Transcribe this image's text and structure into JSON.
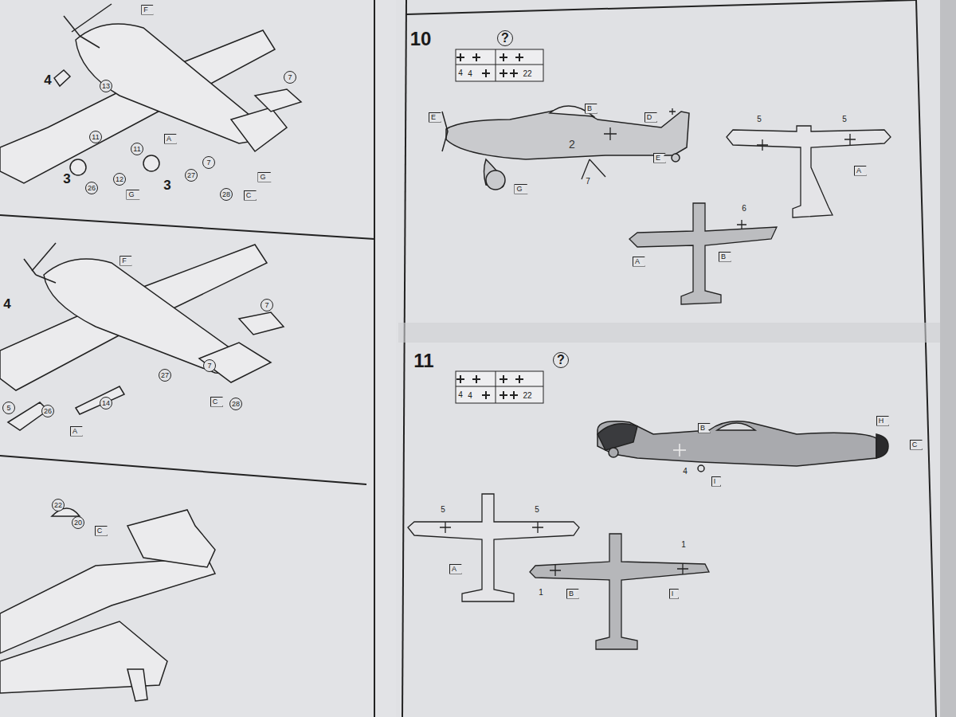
{
  "diagram": {
    "labels": [
      "F",
      "4",
      "13",
      "7",
      "11",
      "11",
      "A",
      "27",
      "7",
      "3",
      "26",
      "12",
      "G",
      "3",
      "G",
      "28",
      "C",
      "F",
      "4",
      "7",
      "7",
      "27",
      "5",
      "26",
      "14",
      "C",
      "28",
      "A",
      "22",
      "20",
      "C",
      "10",
      "?",
      "4",
      "4",
      "22",
      "E",
      "B",
      "D",
      "2",
      "E",
      "7",
      "G",
      "5",
      "5",
      "A",
      "6",
      "A",
      "B",
      "11",
      "?",
      "4",
      "4",
      "22",
      "B",
      "H",
      "C",
      "4",
      "I",
      "5",
      "5",
      "A",
      "1",
      "1",
      "B",
      "I"
    ]
  }
}
